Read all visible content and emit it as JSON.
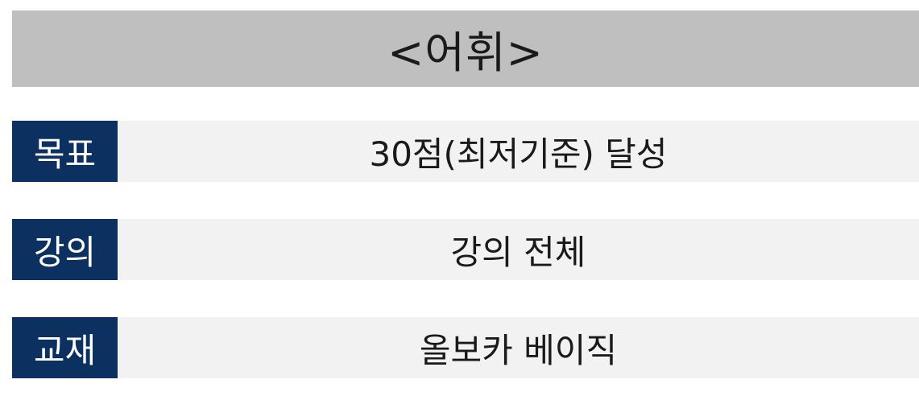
{
  "title": "<어휘>",
  "rows": [
    {
      "label": "목표",
      "value": "30점(최저기준) 달성"
    },
    {
      "label": "강의",
      "value": "강의 전체"
    },
    {
      "label": "교재",
      "value": "올보카 베이직"
    }
  ],
  "colors": {
    "title_bar": "#bfbfbf",
    "label_bg": "#0c3060",
    "value_bg": "#f2f2f2"
  }
}
